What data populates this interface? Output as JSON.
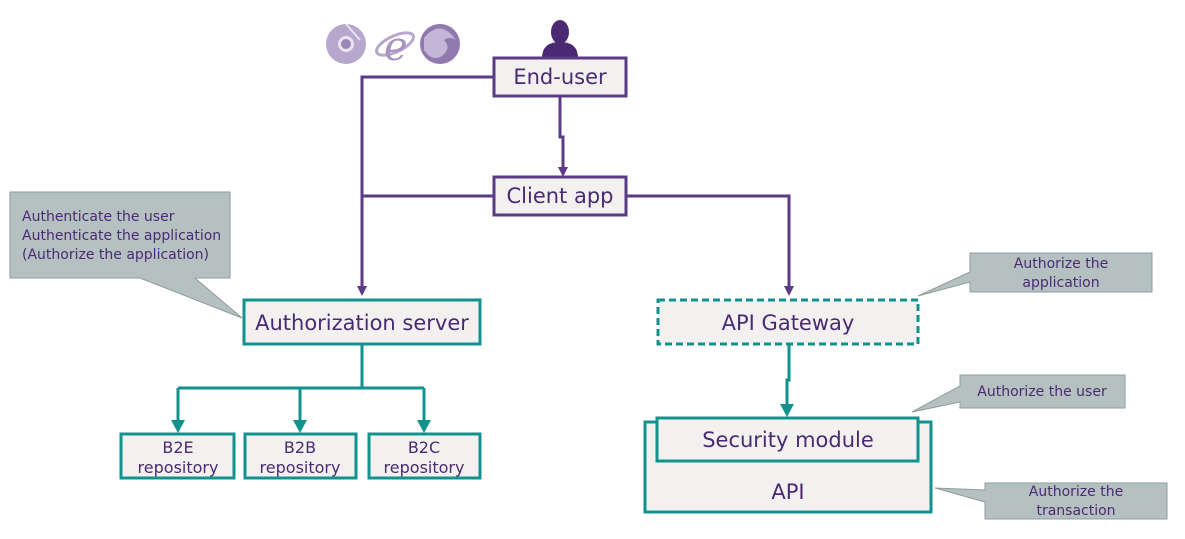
{
  "nodes": {
    "end_user": "End-user",
    "client_app": "Client app",
    "authorization_server": "Authorization server",
    "api_gateway": "API Gateway",
    "security_module": "Security module",
    "api": "API",
    "b2e_line1": "B2E",
    "b2e_line2": "repository",
    "b2b_line1": "B2B",
    "b2b_line2": "repository",
    "b2c_line1": "B2C",
    "b2c_line2": "repository"
  },
  "callouts": {
    "auth_server_line1": "Authenticate the user",
    "auth_server_line2": "Authenticate the application",
    "auth_server_line3": "(Authorize the application)",
    "gateway_line1": "Authorize the",
    "gateway_line2": "application",
    "security_line1": "Authorize the user",
    "api_line1": "Authorize the",
    "api_line2": "transaction"
  },
  "icons": [
    "chrome-browser-icon",
    "ie-browser-icon",
    "firefox-browser-icon",
    "user-person-icon"
  ],
  "colors": {
    "purple": "#5b3a86",
    "teal": "#12928e",
    "box_fill": "#f3f1ef",
    "callout_fill": "#b5c1c1",
    "callout_stroke": "#8f9d9d",
    "text": "#4a2a72"
  }
}
